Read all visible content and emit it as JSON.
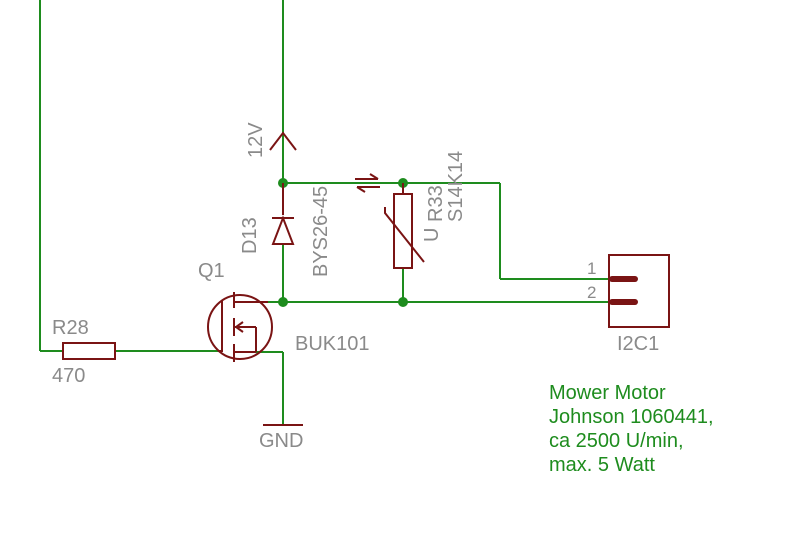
{
  "labels": {
    "supply": "12V",
    "diode_ref": "D13",
    "diode_val": "BYS26-45",
    "varistor_ref": "R33",
    "varistor_val": "S14K14",
    "varistor_u": "U",
    "fet_ref": "Q1",
    "fet_val": "BUK101",
    "res_ref": "R28",
    "res_val": "470",
    "gnd": "GND",
    "conn_ref": "I2C1",
    "pin1": "1",
    "pin2": "2"
  },
  "note": {
    "line1": "Mower Motor",
    "line2": "Johnson 1060441,",
    "line3": "ca 2500 U/min,",
    "line4": "max. 5 Watt"
  },
  "colors": {
    "wire": "#1e8c1e",
    "symbol": "#7a1414",
    "label": "#8a8a8a"
  }
}
